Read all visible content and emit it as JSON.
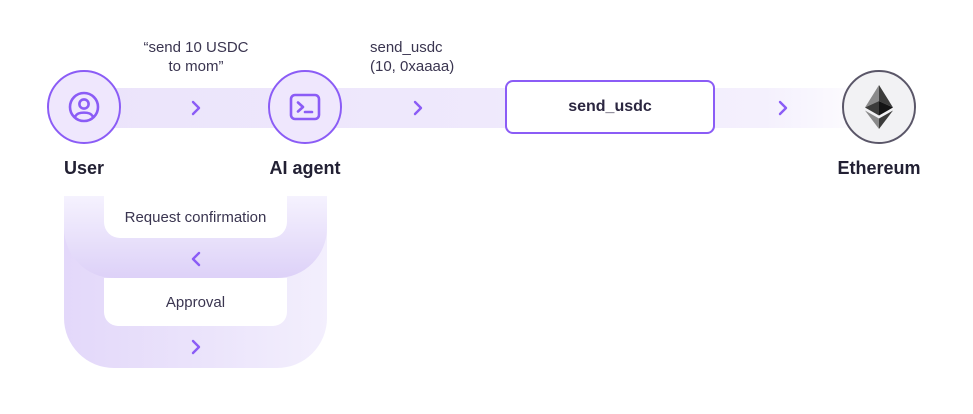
{
  "nodes": {
    "user": {
      "label": "User"
    },
    "agent": {
      "label": "AI agent"
    },
    "ethereum": {
      "label": "Ethereum"
    }
  },
  "captions": {
    "user_request_line1": "“send 10 USDC",
    "user_request_line2": "to mom”",
    "agent_call_line1": "send_usdc",
    "agent_call_line2": "(10, 0xaaaa)"
  },
  "function_box": {
    "label": "send_usdc"
  },
  "loop": {
    "request_label": "Request confirmation",
    "approval_label": "Approval"
  },
  "colors": {
    "accent": "#8b5cf6",
    "track": "#ebe4fb",
    "ethereum_border": "#5a5668"
  },
  "icons": {
    "user": "user-circle-icon",
    "agent": "terminal-icon",
    "ethereum": "ethereum-logo-icon",
    "arrow_right": "chevron-right-icon",
    "arrow_left": "chevron-left-icon"
  }
}
